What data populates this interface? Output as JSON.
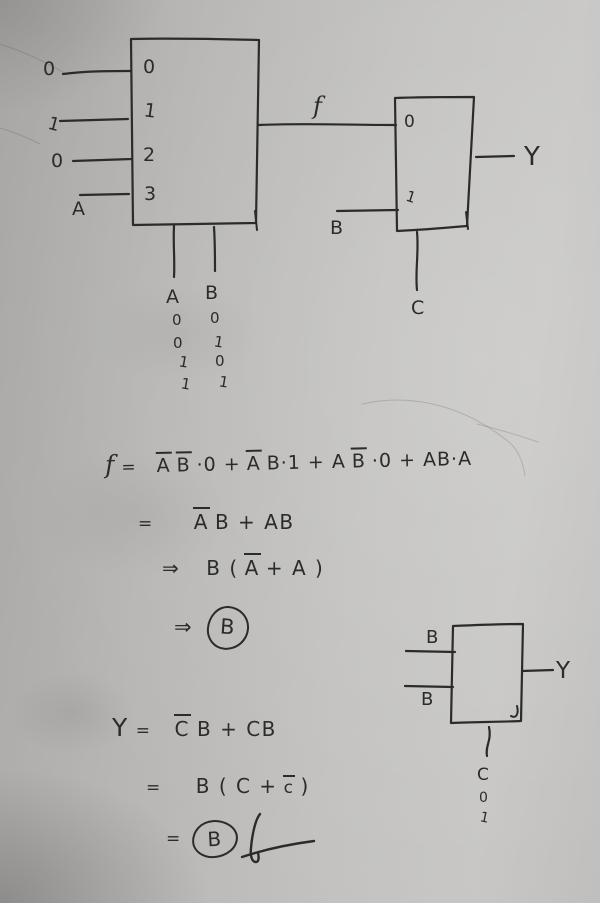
{
  "ink_color": "#2b2b2b",
  "mux1": {
    "port_labels": [
      "0",
      "1",
      "2",
      "3"
    ],
    "input_labels": [
      "0",
      "1",
      "0",
      "A"
    ],
    "output_label": "f"
  },
  "truth_table": {
    "headers": [
      "A",
      "B"
    ],
    "col_a": [
      "0",
      "0",
      "1",
      "1"
    ],
    "col_b": [
      "0",
      "1",
      "0",
      "1"
    ]
  },
  "mux2": {
    "port_labels": [
      "0",
      "1"
    ],
    "input_bottom_label": "B",
    "output_label": "Y",
    "select_label": "C"
  },
  "mux3": {
    "input_top_label": "B",
    "input_bottom_label": "B",
    "output_label": "Y",
    "select_label": "C",
    "select_values": [
      "0",
      "1"
    ]
  },
  "equations": {
    "f1": {
      "lhs": "f",
      "eq": "=",
      "barA1": "A",
      "barB1": "B",
      "seg1": "·0 +",
      "barA2": "A",
      "seg2": "B·1 + A",
      "barB2": "B",
      "seg3": "·0 + AB·A"
    },
    "f2": {
      "eq": "=",
      "bar": "A",
      "rest": "B + AB"
    },
    "f3": {
      "arrow": "⇒",
      "pre": "B (",
      "bar": "A",
      "rest": "+ A )"
    },
    "f4": {
      "arrow": "⇒",
      "circled": "B"
    },
    "y1": {
      "lhs": "Y",
      "eq": "=",
      "bar": "C",
      "rest": "B + CB"
    },
    "y2": {
      "eq": "=",
      "pre": "B ( C +",
      "bar": "c",
      "rest": ")"
    },
    "y3": {
      "eq": "=",
      "circled": "B"
    }
  }
}
